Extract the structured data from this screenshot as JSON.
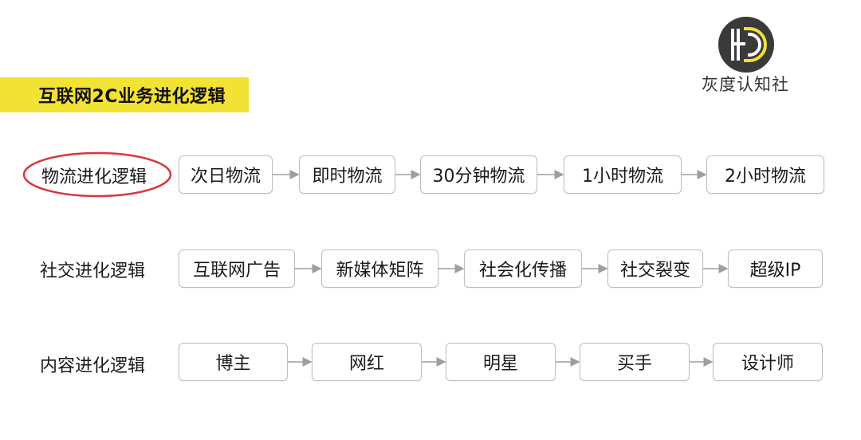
{
  "title": "互联网2C业务进化逻辑",
  "logo": {
    "icon": "hd-logo-icon",
    "text": "灰度认知社"
  },
  "colors": {
    "title_bg": "#f2e234",
    "highlight_circle": "#d9363e",
    "node_border": "#bdbdbd",
    "arrow": "#9e9e9e"
  },
  "rows": [
    {
      "label": "物流进化逻辑",
      "highlighted": true,
      "steps": [
        "次日物流",
        "即时物流",
        "30分钟物流",
        "1小时物流",
        "2小时物流"
      ]
    },
    {
      "label": "社交进化逻辑",
      "highlighted": false,
      "steps": [
        "互联网广告",
        "新媒体矩阵",
        "社会化传播",
        "社交裂变",
        "超级IP"
      ]
    },
    {
      "label": "内容进化逻辑",
      "highlighted": false,
      "steps": [
        "博主",
        "网红",
        "明星",
        "买手",
        "设计师"
      ]
    }
  ]
}
